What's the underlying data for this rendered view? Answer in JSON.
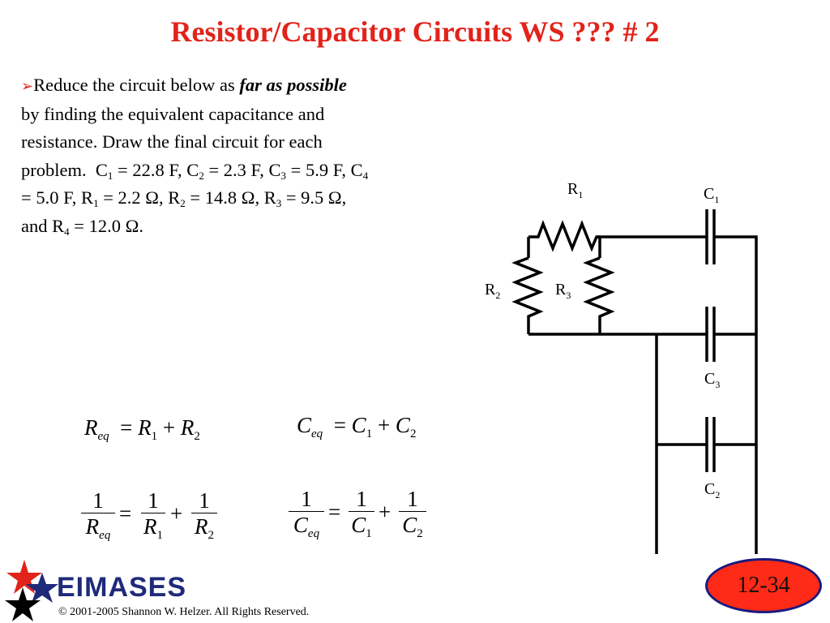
{
  "slide": {
    "title": "Resistor/Capacitor Circuits WS ??? # 2",
    "bullet_arrow": "➢",
    "text_intro": "Reduce the circuit below as ",
    "text_emphasis": "far as possible",
    "text_line2": "by finding the equivalent capacitance and",
    "text_line3": "resistance.  Draw the final circuit for each",
    "values": {
      "C1": "22.8 F",
      "C2": "2.3 F",
      "C3": "5.9 F",
      "C4": "5.0 F",
      "R1": "2.2 Ω",
      "R2": "14.8 Ω",
      "R3": "9.5 Ω",
      "R4": "12.0 Ω"
    }
  },
  "circuit": {
    "labels": {
      "R1": {
        "letter": "R",
        "sub": "1"
      },
      "R2": {
        "letter": "R",
        "sub": "2"
      },
      "R3": {
        "letter": "R",
        "sub": "3"
      },
      "C1": {
        "letter": "C",
        "sub": "1"
      },
      "C3": {
        "letter": "C",
        "sub": "3"
      },
      "C2": {
        "letter": "C",
        "sub": "2"
      }
    }
  },
  "formulas": {
    "r_series": {
      "lhs": "R",
      "lhs_sub": "eq",
      "eq": "=",
      "t1": "R",
      "t1_sub": "1",
      "plus": "+",
      "t2": "R",
      "t2_sub": "2"
    },
    "c_parallel": {
      "lhs": "C",
      "lhs_sub": "eq",
      "eq": "=",
      "t1": "C",
      "t1_sub": "1",
      "plus": "+",
      "t2": "C",
      "t2_sub": "2"
    },
    "r_parallel": {
      "one": "1",
      "d0": "R",
      "d0_sub": "eq",
      "d1": "R",
      "d1_sub": "1",
      "d2": "R",
      "d2_sub": "2",
      "eq": "=",
      "plus": "+"
    },
    "c_series": {
      "one": "1",
      "d0": "C",
      "d0_sub": "eq",
      "d1": "C",
      "d1_sub": "1",
      "d2": "C",
      "d2_sub": "2",
      "eq": "=",
      "plus": "+"
    }
  },
  "footer": {
    "logo": "EIMASES",
    "copyright": "© 2001-2005 Shannon W. Helzer.  All Rights Reserved.",
    "page_badge": "12-34"
  },
  "colors": {
    "title": "#e2231a",
    "badge_fill": "#ff2a17",
    "badge_border": "#1a1a80",
    "logo_text": "#1f2a7a"
  }
}
